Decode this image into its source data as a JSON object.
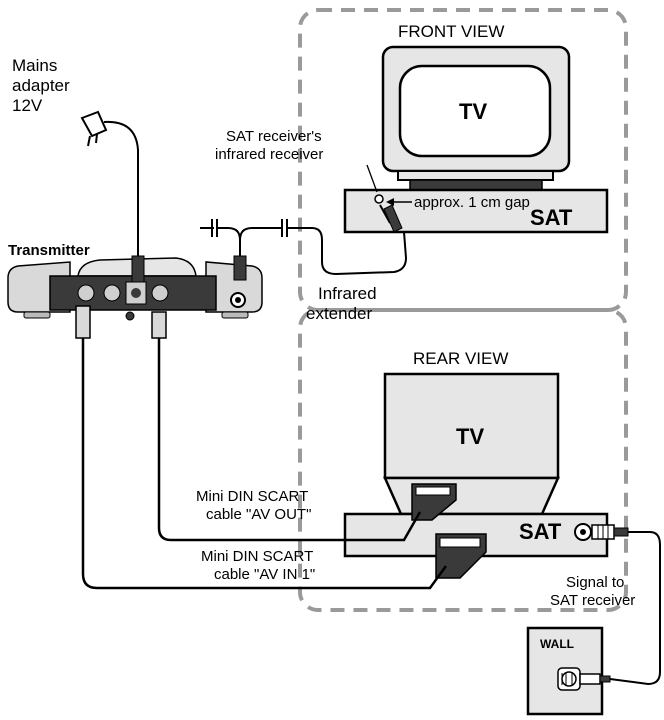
{
  "labels": {
    "mains_adapter": "Mains",
    "mains_adapter_2": "adapter",
    "mains_voltage": "12V",
    "transmitter": "Transmitter",
    "front_view": "FRONT VIEW",
    "rear_view": "REAR VIEW",
    "tv_front": "TV",
    "tv_rear": "TV",
    "sat_front": "SAT",
    "sat_rear": "SAT",
    "ir_receiver_1": "SAT receiver's",
    "ir_receiver_2": "infrared receiver",
    "gap": "approx. 1 cm gap",
    "ir_extender_1": "Infrared",
    "ir_extender_2": "extender",
    "av_out_1": "Mini DIN SCART",
    "av_out_2": "cable \"AV OUT\"",
    "av_in_1": "Mini DIN SCART",
    "av_in_2": "cable \"AV IN 1\"",
    "signal_1": "Signal to",
    "signal_2": "SAT receiver",
    "wall": "WALL"
  },
  "colors": {
    "dashed_box": "#9a9a9a",
    "device_fill": "#e6e6e6",
    "device_dark": "#3a3a3a",
    "line": "#000000"
  }
}
